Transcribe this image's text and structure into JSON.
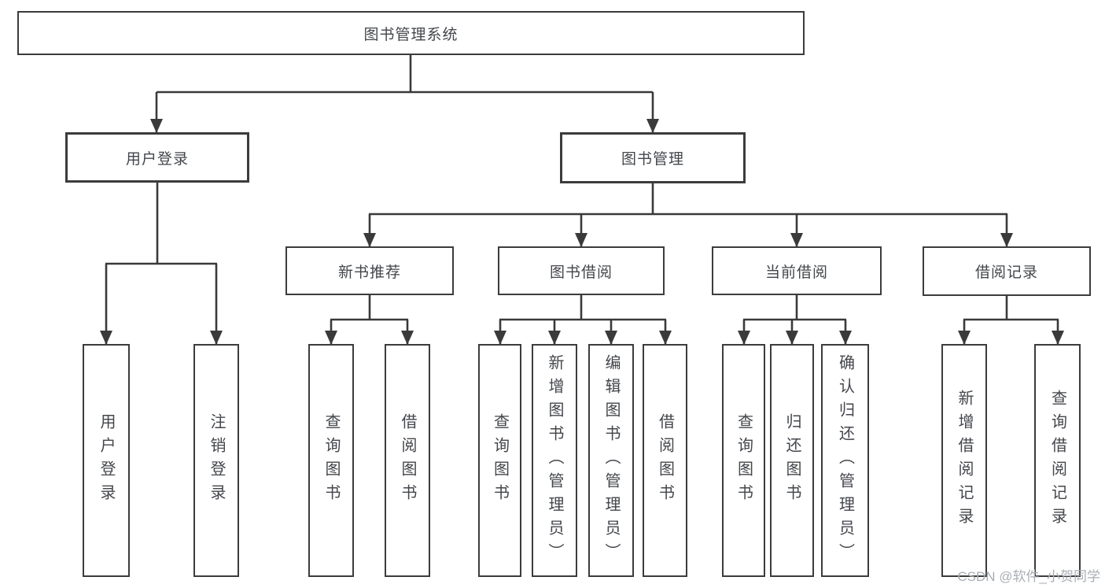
{
  "diagram": {
    "root": {
      "label": "图书管理系统"
    },
    "children": [
      {
        "label": "用户登录",
        "children": [
          {
            "label": "用户登录"
          },
          {
            "label": "注销登录"
          }
        ]
      },
      {
        "label": "图书管理",
        "children": [
          {
            "label": "新书推荐",
            "children": [
              {
                "label": "查询图书"
              },
              {
                "label": "借阅图书"
              }
            ]
          },
          {
            "label": "图书借阅",
            "children": [
              {
                "label": "查询图书"
              },
              {
                "label": "新增图书（管理员）"
              },
              {
                "label": "编辑图书（管理员）"
              },
              {
                "label": "借阅图书"
              }
            ]
          },
          {
            "label": "当前借阅",
            "children": [
              {
                "label": "查询图书"
              },
              {
                "label": "归还图书"
              },
              {
                "label": "确认归还（管理员）"
              }
            ]
          },
          {
            "label": "借阅记录",
            "children": [
              {
                "label": "新增借阅记录"
              },
              {
                "label": "查询借阅记录"
              }
            ]
          }
        ]
      }
    ]
  },
  "watermark": {
    "text": "CSDN @软件_小贺同学"
  },
  "colors": {
    "line": "#3a3a3a",
    "box_border": "#3c3c3c",
    "box_fill": "#ffffff",
    "text": "#43464b",
    "background": "#ffffff",
    "watermark": "#a9aeb4"
  }
}
